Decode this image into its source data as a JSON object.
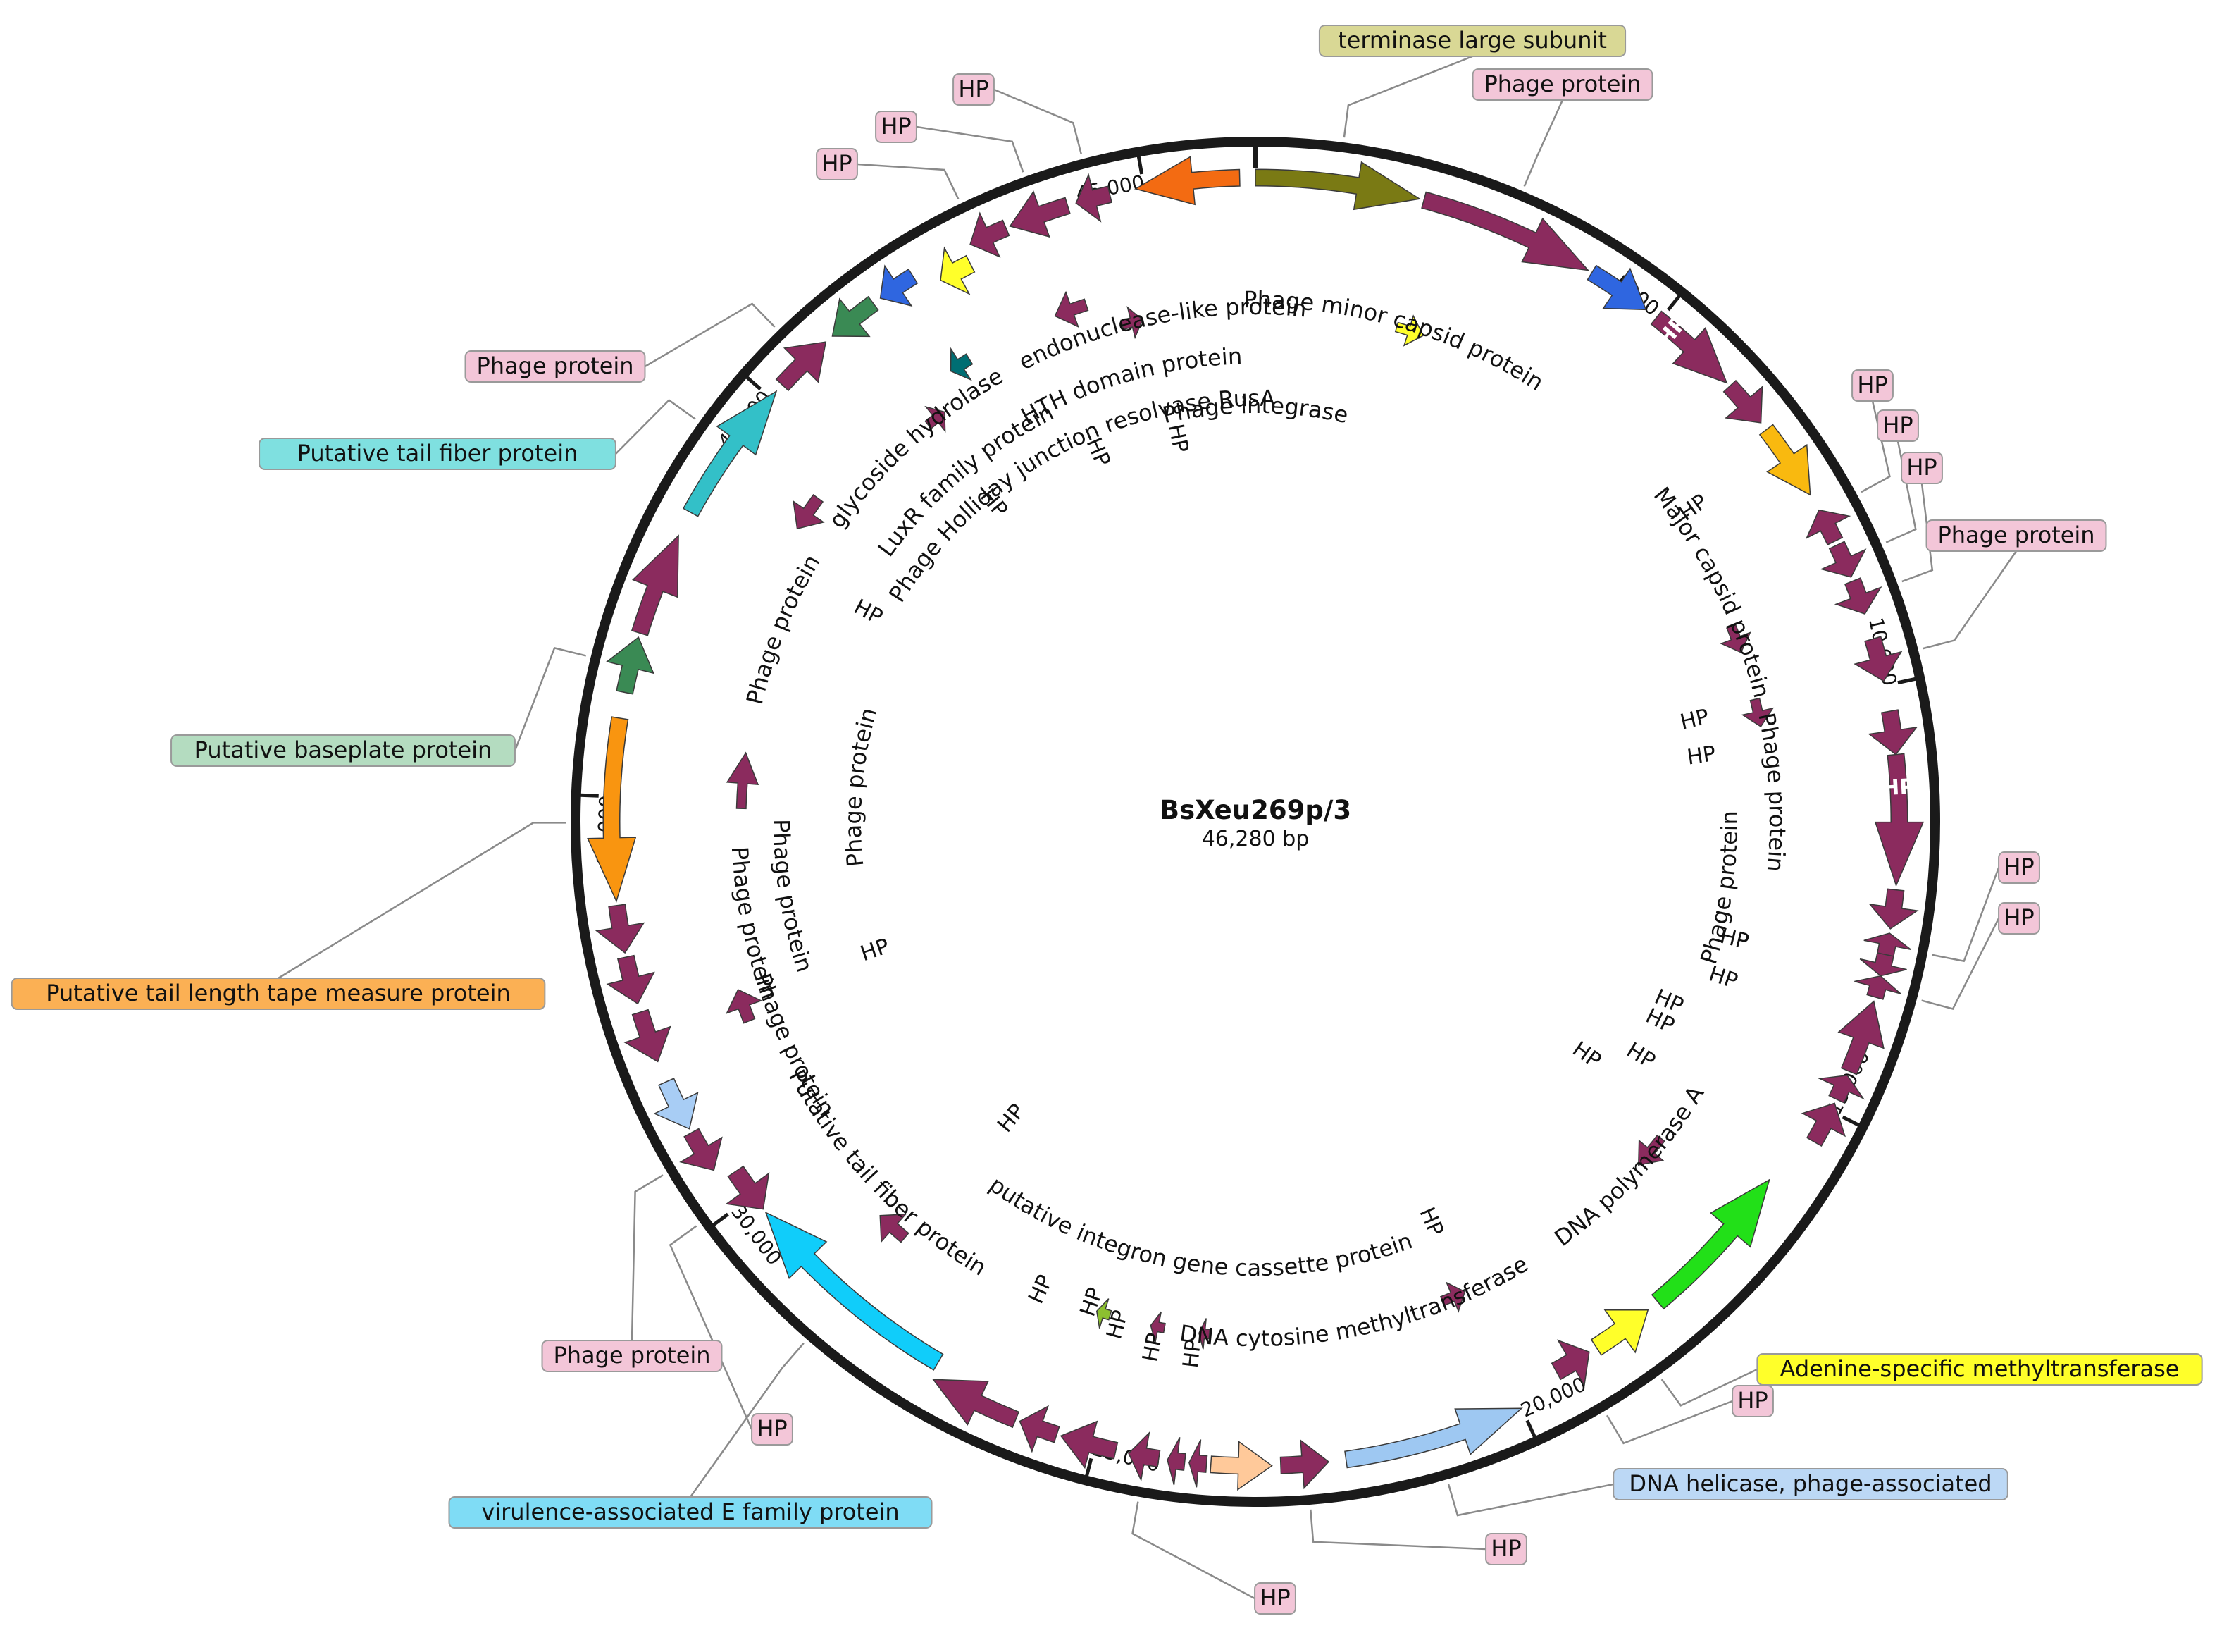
{
  "map": {
    "name": "BsXeu269p/3",
    "length_label": "46,280 bp",
    "total_bp": 46280
  },
  "colors": {
    "backbone": "#1a1a1a",
    "hp": "#8b2b5e",
    "callout_pink": "#f3c6d8",
    "callout_green": "#b4dcc0",
    "callout_cyan": "#7fe0e0",
    "callout_sky": "#7fdcf5",
    "callout_orange": "#fbb054",
    "callout_yellow": "#ffff2a",
    "callout_blue": "#bcd8f5",
    "callout_olive": "#d9d895"
  },
  "ticks": [
    {
      "bp": 5000,
      "label": "5000"
    },
    {
      "bp": 10000,
      "label": "10,000"
    },
    {
      "bp": 15000,
      "label": "15,000"
    },
    {
      "bp": 20000,
      "label": "20,000"
    },
    {
      "bp": 25000,
      "label": "25,000"
    },
    {
      "bp": 30000,
      "label": "30,000"
    },
    {
      "bp": 35000,
      "label": "35,000"
    },
    {
      "bp": 40000,
      "label": "40,000"
    },
    {
      "bp": 45000,
      "label": "45,000"
    }
  ],
  "features": [
    {
      "start": 0,
      "end": 1900,
      "dir": 1,
      "color": "#7a7a14",
      "track": 1
    },
    {
      "start": 1950,
      "end": 4000,
      "dir": 1,
      "color": "#8b2b5e",
      "track": 1
    },
    {
      "start": 4050,
      "end": 4800,
      "dir": 1,
      "color": "#2f66e0",
      "track": 1
    },
    {
      "start": 4950,
      "end": 6050,
      "dir": 1,
      "color": "#8b2b5e",
      "track": 1,
      "label": "HP"
    },
    {
      "start": 6100,
      "end": 6650,
      "dir": 1,
      "color": "#8b2b5e",
      "track": 1
    },
    {
      "start": 6750,
      "end": 7650,
      "dir": 1,
      "color": "#f9b90f",
      "track": 1
    },
    {
      "start": 7850,
      "end": 8250,
      "dir": -1,
      "color": "#8b2b5e",
      "track": 1
    },
    {
      "start": 8300,
      "end": 8700,
      "dir": 1,
      "color": "#8b2b5e",
      "track": 1
    },
    {
      "start": 8750,
      "end": 9150,
      "dir": 1,
      "color": "#8b2b5e",
      "track": 1
    },
    {
      "start": 9450,
      "end": 9950,
      "dir": 1,
      "color": "#8b2b5e",
      "track": 1
    },
    {
      "start": 10300,
      "end": 10800,
      "dir": 1,
      "color": "#8b2b5e",
      "track": 1
    },
    {
      "start": 10800,
      "end": 12300,
      "dir": 1,
      "color": "#8b2b5e",
      "track": 1,
      "label": "HP"
    },
    {
      "start": 12350,
      "end": 12800,
      "dir": 1,
      "color": "#8b2b5e",
      "track": 1
    },
    {
      "start": 12850,
      "end": 13100,
      "dir": -1,
      "color": "#8b2b5e",
      "track": 1
    },
    {
      "start": 13100,
      "end": 13350,
      "dir": 1,
      "color": "#8b2b5e",
      "track": 1
    },
    {
      "start": 13350,
      "end": 13600,
      "dir": -1,
      "color": "#8b2b5e",
      "track": 1
    },
    {
      "start": 13650,
      "end": 14500,
      "dir": -1,
      "color": "#8b2b5e",
      "track": 1
    },
    {
      "start": 14550,
      "end": 14850,
      "dir": -1,
      "color": "#8b2b5e",
      "track": 1
    },
    {
      "start": 14900,
      "end": 15400,
      "dir": -1,
      "color": "#8b2b5e",
      "track": 1
    },
    {
      "start": 16050,
      "end": 18000,
      "dir": -1,
      "color": "#22e018",
      "track": 2
    },
    {
      "start": 18150,
      "end": 18900,
      "dir": -1,
      "color": "#ffff2a",
      "track": 2
    },
    {
      "start": 19000,
      "end": 19450,
      "dir": -1,
      "color": "#8b2b5e",
      "track": 2
    },
    {
      "start": 20000,
      "end": 22100,
      "dir": -1,
      "color": "#9ec8f2",
      "track": 1
    },
    {
      "start": 22300,
      "end": 22850,
      "dir": -1,
      "color": "#8b2b5e",
      "track": 1
    },
    {
      "start": 22950,
      "end": 23650,
      "dir": -1,
      "color": "#ffc99a",
      "track": 1
    },
    {
      "start": 23700,
      "end": 23900,
      "dir": 1,
      "color": "#8b2b5e",
      "track": 1
    },
    {
      "start": 23950,
      "end": 24150,
      "dir": 1,
      "color": "#8b2b5e",
      "track": 1
    },
    {
      "start": 24250,
      "end": 24600,
      "dir": 1,
      "color": "#8b2b5e",
      "track": 1
    },
    {
      "start": 24750,
      "end": 25400,
      "dir": 1,
      "color": "#8b2b5e",
      "track": 1
    },
    {
      "start": 25450,
      "end": 25900,
      "dir": 1,
      "color": "#8b2b5e",
      "track": 1
    },
    {
      "start": 25950,
      "end": 27000,
      "dir": 1,
      "color": "#8b2b5e",
      "track": 1
    },
    {
      "start": 27050,
      "end": 29750,
      "dir": 1,
      "color": "#10cdfa",
      "track": 2
    },
    {
      "start": 29800,
      "end": 30350,
      "dir": -1,
      "color": "#8b2b5e",
      "track": 2
    },
    {
      "start": 30500,
      "end": 31000,
      "dir": -1,
      "color": "#8b2b5e",
      "track": 1
    },
    {
      "start": 31050,
      "end": 31650,
      "dir": -1,
      "color": "#a8cdf5",
      "track": 1
    },
    {
      "start": 31900,
      "end": 32500,
      "dir": -1,
      "color": "#8b2b5e",
      "track": 1
    },
    {
      "start": 32600,
      "end": 33150,
      "dir": -1,
      "color": "#8b2b5e",
      "track": 1
    },
    {
      "start": 33200,
      "end": 33750,
      "dir": -1,
      "color": "#8b2b5e",
      "track": 1
    },
    {
      "start": 33800,
      "end": 35900,
      "dir": -1,
      "color": "#f99510",
      "track": 1
    },
    {
      "start": 36200,
      "end": 36850,
      "dir": 1,
      "color": "#3a8a54",
      "track": 1
    },
    {
      "start": 36900,
      "end": 38100,
      "dir": 1,
      "color": "#8b2b5e",
      "track": 1
    },
    {
      "start": 38400,
      "end": 40100,
      "dir": 1,
      "color": "#33c0c8",
      "track": 1
    },
    {
      "start": 40200,
      "end": 40900,
      "dir": 1,
      "color": "#8b2b5e",
      "track": 1
    },
    {
      "start": 41000,
      "end": 41600,
      "dir": -1,
      "color": "#3a8a54",
      "track": 1
    },
    {
      "start": 41700,
      "end": 42150,
      "dir": -1,
      "color": "#2f66e0",
      "track": 1
    },
    {
      "start": 42400,
      "end": 42800,
      "dir": -1,
      "color": "#ffff2a",
      "track": 2
    },
    {
      "start": 42900,
      "end": 43350,
      "dir": -1,
      "color": "#8b2b5e",
      "track": 1
    },
    {
      "start": 43400,
      "end": 44100,
      "dir": -1,
      "color": "#8b2b5e",
      "track": 1
    },
    {
      "start": 44200,
      "end": 44600,
      "dir": -1,
      "color": "#8b2b5e",
      "track": 1
    },
    {
      "start": 44900,
      "end": 46100,
      "dir": -1,
      "color": "#f36b12",
      "track": 1
    },
    {
      "start": 2050,
      "end": 2450,
      "dir": 1,
      "color": "#ffff2a",
      "track": 4
    },
    {
      "start": 44350,
      "end": 44650,
      "dir": 1,
      "color": "#8b2b5e",
      "track": 4
    },
    {
      "start": 43500,
      "end": 43950,
      "dir": -1,
      "color": "#8b2b5e",
      "track": 3
    },
    {
      "start": 41900,
      "end": 42200,
      "dir": -1,
      "color": "#006e73",
      "track": 3
    },
    {
      "start": 41200,
      "end": 41500,
      "dir": 1,
      "color": "#8b2b5e",
      "track": 4
    },
    {
      "start": 38900,
      "end": 39400,
      "dir": -1,
      "color": "#8b2b5e",
      "track": 3
    },
    {
      "start": 34900,
      "end": 35700,
      "dir": 1,
      "color": "#8b2b5e",
      "track": 4
    },
    {
      "start": 31950,
      "end": 32400,
      "dir": 1,
      "color": "#8b2b5e",
      "track": 3
    },
    {
      "start": 28300,
      "end": 28750,
      "dir": 1,
      "color": "#8b2b5e",
      "track": 3
    },
    {
      "start": 25250,
      "end": 25450,
      "dir": 1,
      "color": "#8cc030",
      "track": 4
    },
    {
      "start": 24450,
      "end": 24650,
      "dir": 1,
      "color": "#8b2b5e",
      "track": 4
    },
    {
      "start": 23800,
      "end": 23950,
      "dir": 1,
      "color": "#8b2b5e",
      "track": 4
    },
    {
      "start": 20050,
      "end": 20400,
      "dir": -1,
      "color": "#8b2b5e",
      "track": 4
    },
    {
      "start": 16450,
      "end": 16950,
      "dir": 1,
      "color": "#8b2b5e",
      "track": 4
    },
    {
      "start": 8700,
      "end": 9100,
      "dir": 1,
      "color": "#8b2b5e",
      "track": 4
    },
    {
      "start": 9800,
      "end": 10200,
      "dir": 1,
      "color": "#8b2b5e",
      "track": 4
    }
  ],
  "callouts": [
    {
      "text": "terminase large subunit",
      "color": "#d9d895",
      "pos": 950,
      "bx": 2090,
      "by": 58
    },
    {
      "text": "Phage protein",
      "color": "#f3c6d8",
      "pos": 2950,
      "bx": 2218,
      "by": 120
    },
    {
      "text": "HP",
      "color": "#f3c6d8",
      "pos": 7900,
      "bx": 2658,
      "by": 547
    },
    {
      "text": "HP",
      "color": "#f3c6d8",
      "pos": 8500,
      "bx": 2694,
      "by": 604
    },
    {
      "text": "HP",
      "color": "#f3c6d8",
      "pos": 8950,
      "bx": 2728,
      "by": 664
    },
    {
      "text": "Phage protein",
      "color": "#f3c6d8",
      "pos": 9700,
      "bx": 2862,
      "by": 760
    },
    {
      "text": "HP",
      "color": "#f3c6d8",
      "pos": 13000,
      "bx": 2866,
      "by": 1231
    },
    {
      "text": "HP",
      "color": "#f3c6d8",
      "pos": 13500,
      "bx": 2866,
      "by": 1303
    },
    {
      "text": "Adenine-specific methyltransferase",
      "color": "#ffff2a",
      "pos": 18500,
      "bx": 2810,
      "by": 1943
    },
    {
      "text": "HP",
      "color": "#f3c6d8",
      "pos": 19200,
      "bx": 2488,
      "by": 1988
    },
    {
      "text": "DNA helicase, phage-associated",
      "color": "#bcd8f5",
      "pos": 21050,
      "bx": 2570,
      "by": 2106
    },
    {
      "text": "HP",
      "color": "#f3c6d8",
      "pos": 22550,
      "bx": 2138,
      "by": 2198
    },
    {
      "text": "HP",
      "color": "#f3c6d8",
      "pos": 24400,
      "bx": 1810,
      "by": 2268
    },
    {
      "text": "virulence-associated E family protein",
      "color": "#7fdcf5",
      "pos": 28400,
      "bx": 980,
      "by": 2146
    },
    {
      "text": "HP",
      "color": "#f3c6d8",
      "pos": 30100,
      "bx": 1096,
      "by": 2028
    },
    {
      "text": "Phage protein",
      "color": "#f3c6d8",
      "pos": 30750,
      "bx": 897,
      "by": 1924
    },
    {
      "text": "Putative tail length tape measure protein",
      "color": "#fbb054",
      "pos": 34700,
      "bx": 395,
      "by": 1410
    },
    {
      "text": "Putative baseplate protein",
      "color": "#b4dcc0",
      "pos": 36500,
      "bx": 487,
      "by": 1065
    },
    {
      "text": "Putative tail fiber protein",
      "color": "#7fe0e0",
      "pos": 39300,
      "bx": 621,
      "by": 644
    },
    {
      "text": "Phage protein",
      "color": "#f3c6d8",
      "pos": 40600,
      "bx": 788,
      "by": 520
    },
    {
      "text": "HP",
      "color": "#f3c6d8",
      "pos": 43000,
      "bx": 1188,
      "by": 233
    },
    {
      "text": "HP",
      "color": "#f3c6d8",
      "pos": 43750,
      "bx": 1272,
      "by": 180
    },
    {
      "text": "HP",
      "color": "#f3c6d8",
      "pos": 44400,
      "bx": 1382,
      "by": 127
    }
  ],
  "arc_labels": [
    {
      "text": "Phage minor capsid protein",
      "pos": 2050,
      "r": 730
    },
    {
      "text": "Major capsid protein",
      "pos": 8150,
      "r": 730
    },
    {
      "text": "Phage protein",
      "pos": 11150,
      "r": 730
    },
    {
      "text": "DNA polymerase A",
      "pos": 17050,
      "r": 720
    },
    {
      "text": "DNA cytosine methyltransferase",
      "pos": 21650,
      "r": 720
    },
    {
      "text": "Putative tail fiber protein",
      "pos": 29100,
      "r": 730
    },
    {
      "text": "Phage protein",
      "pos": 31400,
      "r": 720
    },
    {
      "text": "Phage protein",
      "pos": 33250,
      "r": 720
    },
    {
      "text": "Phage protein",
      "pos": 37550,
      "r": 720
    },
    {
      "text": "glycoside hydrolase",
      "pos": 40850,
      "r": 720
    },
    {
      "text": "endonuclease-like protein",
      "pos": 44900,
      "r": 720
    },
    {
      "text": "Phage protein",
      "pos": 12600,
      "r": 660
    },
    {
      "text": "Phage protein",
      "pos": 33550,
      "r": 660
    },
    {
      "text": "LuxR family protein",
      "pos": 41100,
      "r": 640
    },
    {
      "text": "HTH domain protein",
      "pos": 44250,
      "r": 650
    },
    {
      "text": "Phage integrase",
      "pos": 46280,
      "r": 580
    },
    {
      "text": "Phage Holliday junction resolvase RusA",
      "pos": 42700,
      "r": 590
    },
    {
      "text": "putative integron gene cassette protein",
      "pos": 24150,
      "r": 620
    },
    {
      "text": "Phage protein",
      "pos": 35350,
      "r": 560
    }
  ],
  "plain_labels": [
    {
      "text": "HP",
      "pos": 7000,
      "r": 765
    },
    {
      "text": "HP",
      "pos": 9900,
      "r": 640
    },
    {
      "text": "HP",
      "pos": 10500,
      "r": 640
    },
    {
      "text": "HP",
      "pos": 13350,
      "r": 700
    },
    {
      "text": "HP",
      "pos": 13950,
      "r": 700
    },
    {
      "text": "HP",
      "pos": 14600,
      "r": 640
    },
    {
      "text": "HP",
      "pos": 14950,
      "r": 640
    },
    {
      "text": "HP",
      "pos": 16100,
      "r": 575
    },
    {
      "text": "HP",
      "pos": 15600,
      "r": 640
    },
    {
      "text": "HP",
      "pos": 20100,
      "r": 620
    },
    {
      "text": "HP",
      "pos": 24000,
      "r": 760
    },
    {
      "text": "HP",
      "pos": 24550,
      "r": 760
    },
    {
      "text": "HP",
      "pos": 25100,
      "r": 740
    },
    {
      "text": "HP",
      "pos": 25550,
      "r": 720
    },
    {
      "text": "HP",
      "pos": 26300,
      "r": 730
    },
    {
      "text": "HP",
      "pos": 28200,
      "r": 545
    },
    {
      "text": "HP",
      "pos": 32300,
      "r": 570
    },
    {
      "text": "HP",
      "pos": 38350,
      "r": 625
    },
    {
      "text": "HP",
      "pos": 41200,
      "r": 585
    },
    {
      "text": "HP",
      "pos": 43300,
      "r": 570
    },
    {
      "text": "HP",
      "pos": 44800,
      "r": 555
    }
  ]
}
